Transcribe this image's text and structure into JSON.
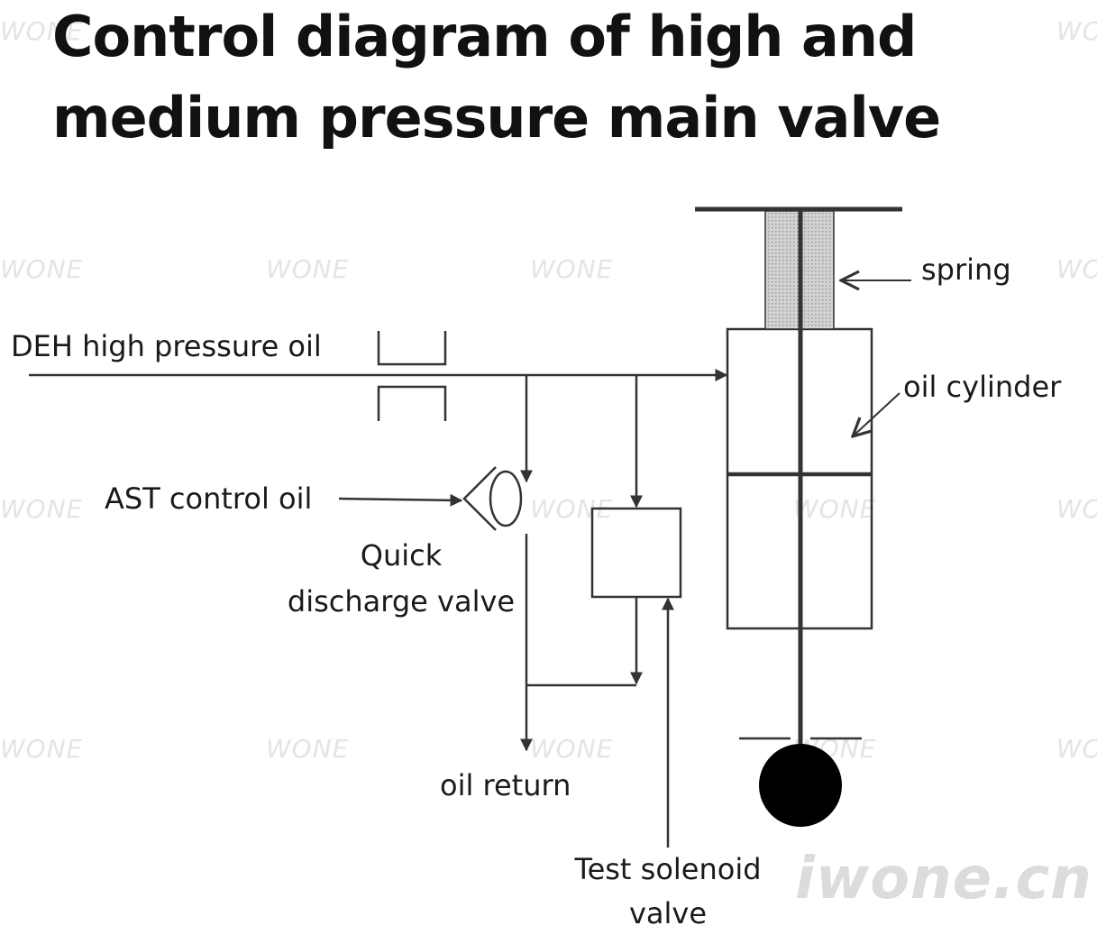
{
  "title": {
    "line1": "Control diagram of high and",
    "line2": "medium pressure main valve"
  },
  "labels": {
    "deh_oil": "DEH high pressure oil",
    "ast_oil": "AST control oil",
    "quick_discharge_1": "Quick",
    "quick_discharge_2": "discharge valve",
    "oil_return": "oil return",
    "test_solenoid_1": "Test solenoid",
    "test_solenoid_2": "valve",
    "spring": "spring",
    "oil_cylinder": "oil cylinder"
  },
  "watermark": {
    "text": "WONE",
    "brand": "iwone.cn"
  },
  "colors": {
    "line": "#333333",
    "spring_fill": "#c8c8c8",
    "watermark": "#e4e4e4"
  }
}
